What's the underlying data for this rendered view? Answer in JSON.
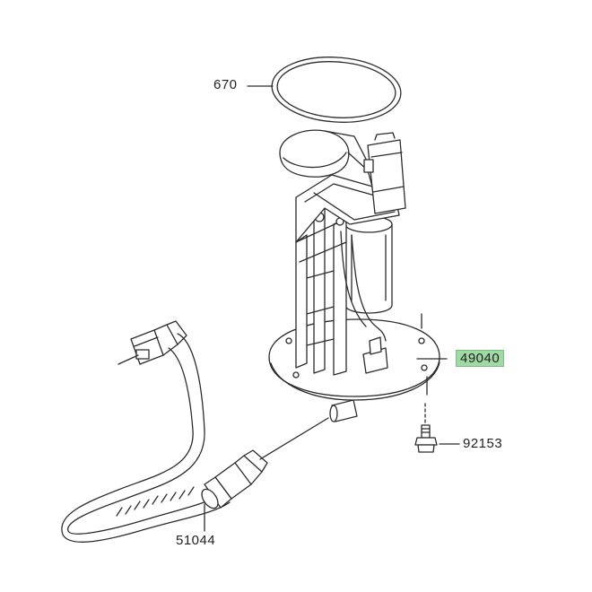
{
  "parts": [
    {
      "id": "gasket",
      "number": "670",
      "highlighted": false
    },
    {
      "id": "pump-assembly",
      "number": "49040",
      "highlighted": true
    },
    {
      "id": "bolt",
      "number": "92153",
      "highlighted": false
    },
    {
      "id": "fuel-hose",
      "number": "51044",
      "highlighted": false
    }
  ],
  "colors": {
    "line": "#2b2b2b",
    "highlight": "#9fd9a3",
    "background": "#ffffff"
  }
}
